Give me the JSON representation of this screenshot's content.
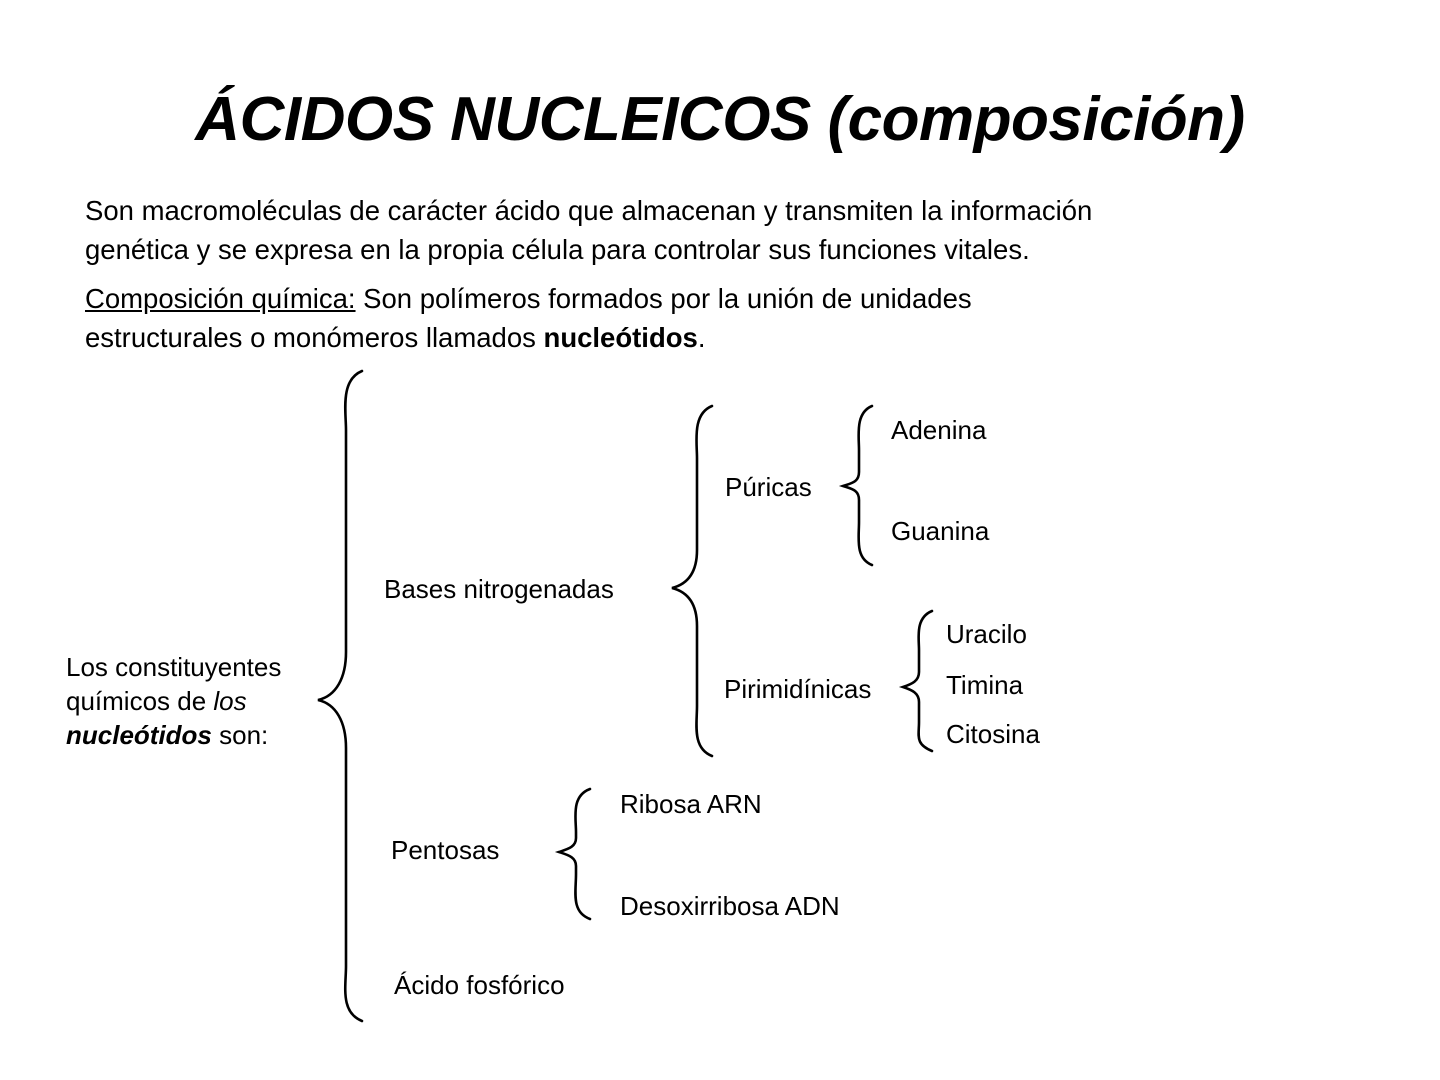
{
  "slide": {
    "title": "ÁCIDOS NUCLEICOS (composición)",
    "background_color": "#ffffff",
    "text_color": "#000000"
  },
  "paragraphs": {
    "p1_line1": "Son macromoléculas de carácter ácido que almacenan y transmiten la información",
    "p1_line2": "genética y se expresa  en la propia célula para controlar sus funciones vitales.",
    "p2_heading": "Composición química:",
    "p2_line1_rest": "Son polímeros formados por la unión de unidades",
    "p2_line2_prefix": "estructurales o monómeros llamados ",
    "p2_line2_bold": "nucleótidos",
    "p2_line2_suffix": "."
  },
  "diagram": {
    "root": {
      "line1": "Los constituyentes",
      "line2_prefix": "químicos de ",
      "line2_italic": "los",
      "line3_bolditalic": "nucleótidos",
      "line3_suffix": " son:"
    },
    "branches": {
      "bases_nitrogenadas": "Bases nitrogenadas",
      "puricas": "Púricas",
      "adenina": "Adenina",
      "guanina": "Guanina",
      "pirimidinicas": "Pirimidínicas",
      "uracilo": "Uracilo",
      "timina": "Timina",
      "citosina": "Citosina",
      "pentosas": "Pentosas",
      "ribosa": "Ribosa  ARN",
      "desoxirribosa": "Desoxirribosa ADN",
      "acido_fosforico": "Ácido fosfórico"
    }
  }
}
